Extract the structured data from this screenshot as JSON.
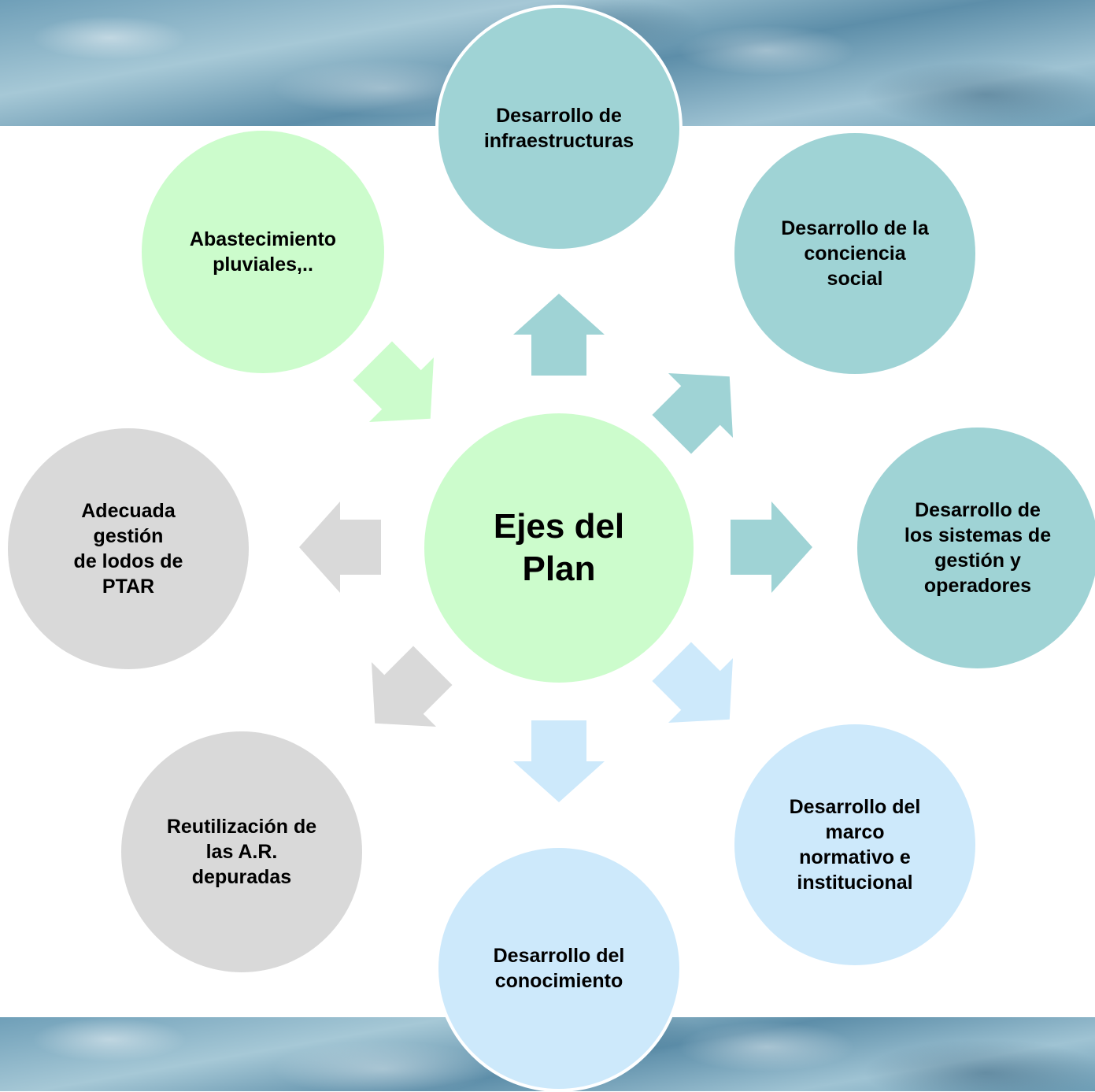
{
  "center": {
    "label": "Ejes del\nPlan",
    "color": "#ccfccc"
  },
  "nodes": {
    "infraestructuras": {
      "label": "Desarrollo de\ninfraestructuras",
      "color": "#9fd3d5"
    },
    "conciencia": {
      "label": "Desarrollo de la\nconciencia\nsocial",
      "color": "#9fd3d5"
    },
    "sistemas": {
      "label": "Desarrollo de\nlos sistemas de\ngestión y\noperadores",
      "color": "#9fd3d5"
    },
    "marco": {
      "label": "Desarrollo del\nmarco\nnormativo  e\ninstitucional",
      "color": "#cde9fb"
    },
    "conocimiento": {
      "label": "Desarrollo del\nconocimiento",
      "color": "#cde9fb"
    },
    "reutilizacion": {
      "label": "Reutilización de\nlas A.R.\ndepuradas",
      "color": "#d9d9d9"
    },
    "lodos": {
      "label": "Adecuada\ngestión\nde lodos de\nPTAR",
      "color": "#d9d9d9"
    },
    "abastecimiento": {
      "label": "Abastecimiento\npluviales,..",
      "color": "#ccfccc"
    }
  }
}
